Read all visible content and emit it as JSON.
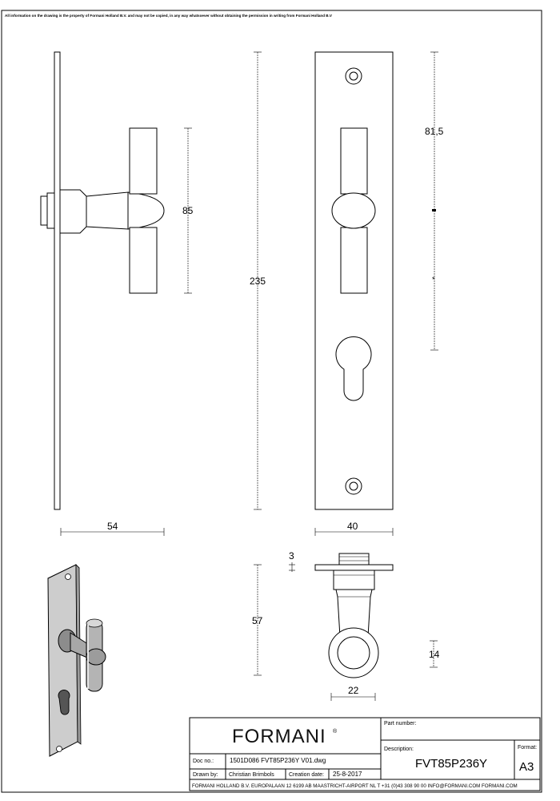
{
  "notice": "All information on the drawing is the property of Formani Holland B.V. and may not be copied, in any way whatsoever without obtaining the permission in writing from Formani Holland B.V",
  "dimensions": {
    "side_height": "85",
    "overall_height": "235",
    "top_to_center": "81,5",
    "side_width": "54",
    "front_width": "40",
    "plate_thickness": "3",
    "top_projection": "57",
    "ring_height": "14",
    "ring_width": "22",
    "marker": "*"
  },
  "title_block": {
    "logo": "FORMANI",
    "logo_mark": "®",
    "part_number_label": "Part number:",
    "description_label": "Description:",
    "part_number": "FVT85P236Y",
    "format_label": "Format:",
    "format": "A3",
    "doc_no_label": "Doc no.:",
    "doc_no": "1501D086  FVT85P236Y  V01.dwg",
    "drawn_by_label": "Drawn by:",
    "drawn_by": "Christian Brimbols",
    "creation_date_label": "Creation date:",
    "creation_date": "25-8-2017",
    "footer": "FORMANI HOLLAND B.V.  EUROPALAAN 12  6199 AB MAASTRICHT-AIRPORT NL  T +31 (0)43 308 90 00 INFO@FORMANI.COM FORMANI.COM"
  }
}
